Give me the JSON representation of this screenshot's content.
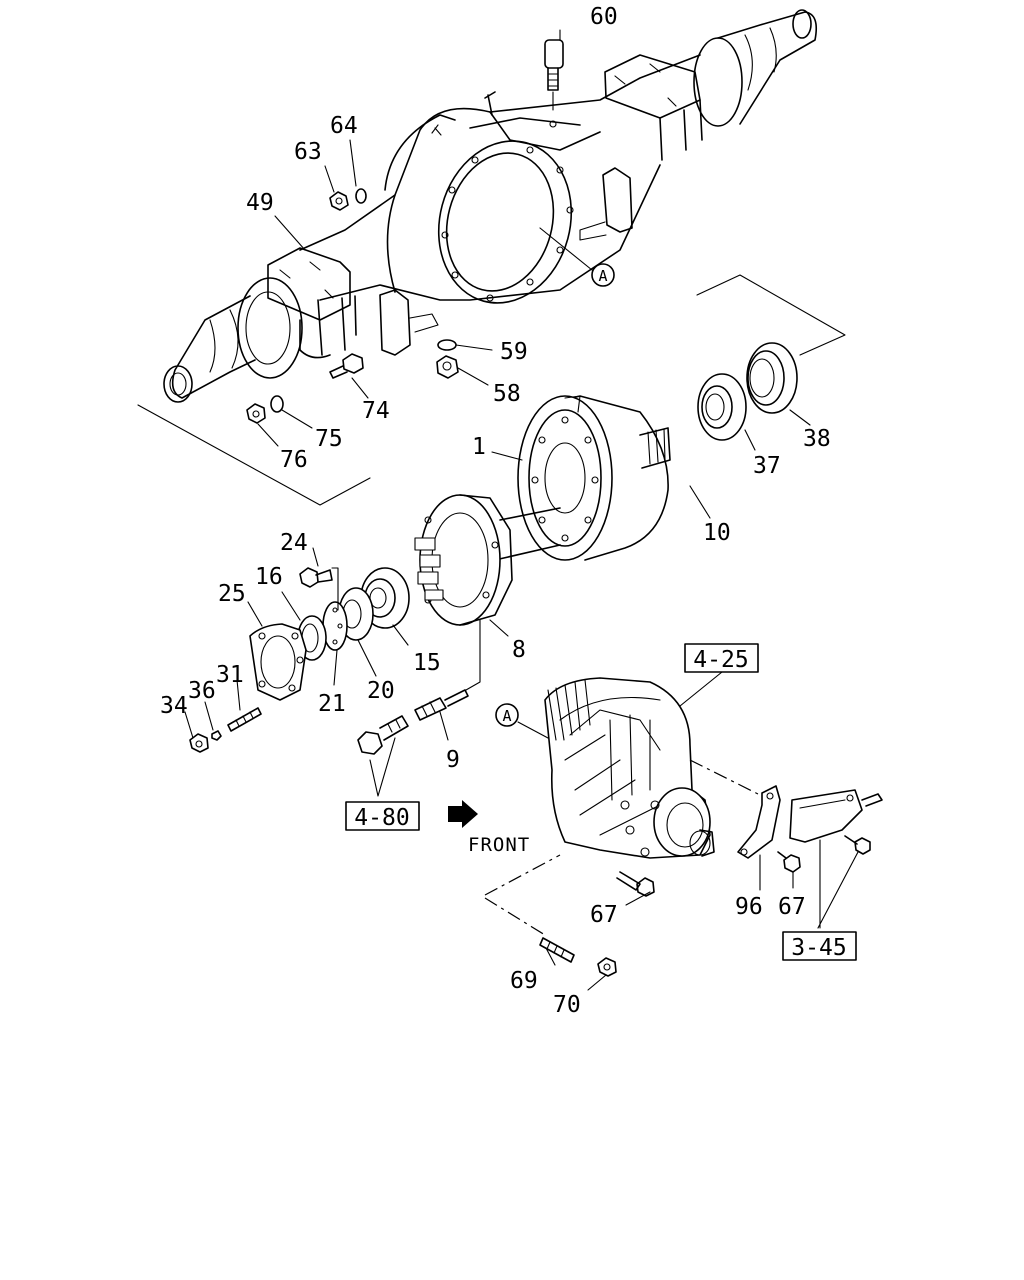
{
  "callouts": {
    "p60": "60",
    "p64": "64",
    "p63": "63",
    "p49": "49",
    "p59": "59",
    "p58": "58",
    "p74": "74",
    "p75": "75",
    "p76": "76",
    "p38": "38",
    "p37": "37",
    "p1": "1",
    "p10": "10",
    "p24": "24",
    "p16": "16",
    "p25": "25",
    "p8": "8",
    "p15": "15",
    "p20": "20",
    "p21": "21",
    "p31": "31",
    "p36": "36",
    "p34": "34",
    "p9": "9",
    "p67a": "67",
    "p67b": "67",
    "p96": "96",
    "p69": "69",
    "p70": "70"
  },
  "reference_boxes": {
    "ref_4_25": "4-25",
    "ref_4_80": "4-80",
    "ref_3_45": "3-45"
  },
  "markers": {
    "a_top": "A",
    "a_bottom": "A"
  },
  "direction_label": "FRONT"
}
